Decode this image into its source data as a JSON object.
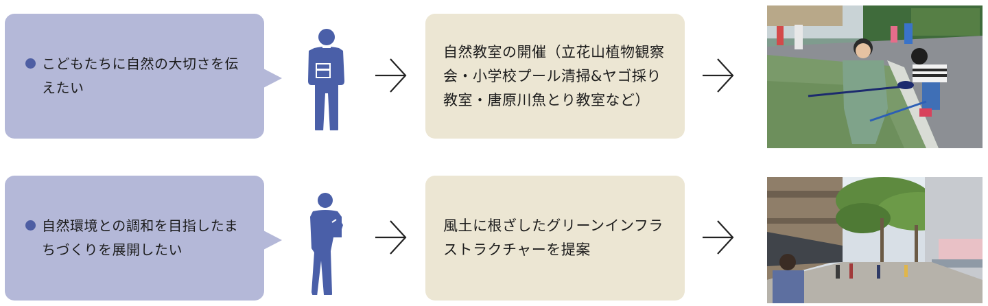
{
  "rows": [
    {
      "wish": "こどもたちに自然の大切さを伝えたい",
      "action": "自然教室の開催（立花山植物観察会・小学校プール清掃&ヤゴ採り教室・唐原川魚とり教室など）"
    },
    {
      "wish": "自然環境との調和を目指したまちづくりを展開したい",
      "action": "風土に根ざしたグリーンインフラストラクチャーを提案"
    }
  ],
  "colors": {
    "wish_box": "#b4b8d8",
    "action_box": "#ece6d3",
    "bullet": "#4e5ea3",
    "person": "#4a5fa8"
  },
  "icons": [
    "person-holding-board-icon",
    "person-thinking-icon",
    "arrow-right-icon"
  ]
}
